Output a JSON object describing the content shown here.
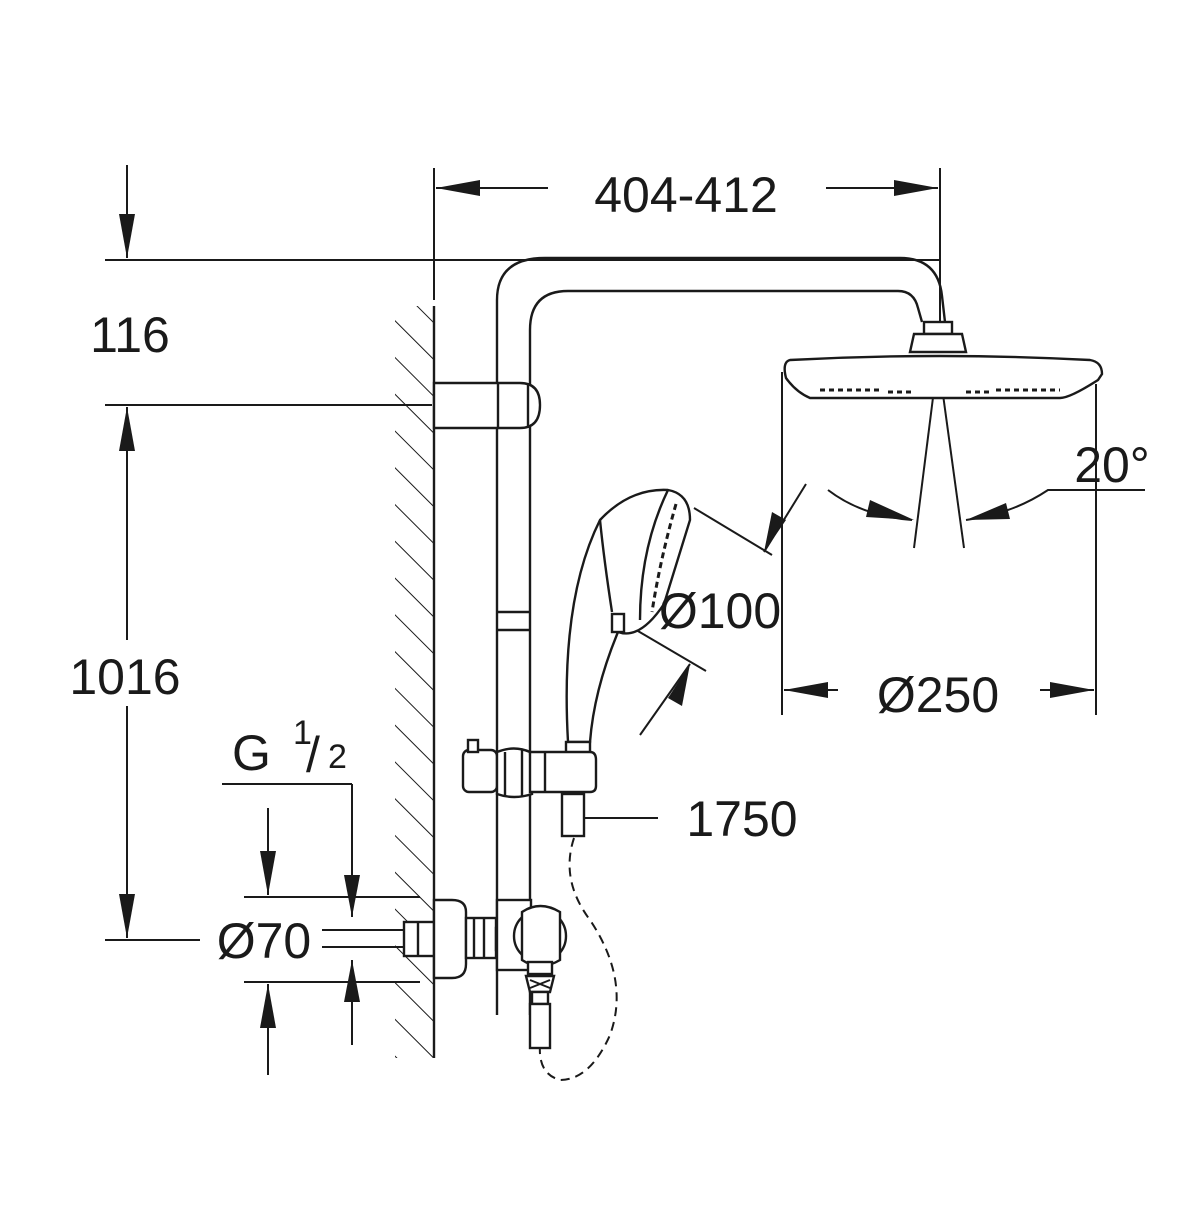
{
  "dimensions": {
    "arm_length": "404-412",
    "arm_height": "116",
    "rail_height": "1016",
    "thread_main": "G",
    "thread_num": "1",
    "thread_slash": "/",
    "thread_den": "2",
    "flange_diameter": "Ø70",
    "hand_shower_diameter": "Ø100",
    "head_shower_diameter": "Ø250",
    "hose_length": "1750",
    "tilt_angle": "20°"
  }
}
